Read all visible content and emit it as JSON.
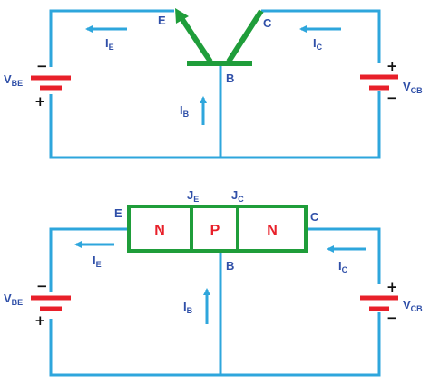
{
  "colors": {
    "wire": "#2ea6dc",
    "battery": "#e8202a",
    "transistor": "#1f9d3a",
    "label": "#2f4fa8",
    "region_text": "#e8202a",
    "sign": "#111111"
  },
  "top": {
    "emitter": "E",
    "collector": "C",
    "base": "B",
    "ie": {
      "main": "I",
      "sub": "E"
    },
    "ic": {
      "main": "I",
      "sub": "C"
    },
    "ib": {
      "main": "I",
      "sub": "B"
    },
    "vbe": {
      "main": "V",
      "sub": "BE",
      "pos": "+",
      "neg": "−"
    },
    "vcb": {
      "main": "V",
      "sub": "CB",
      "pos": "+",
      "neg": "−"
    }
  },
  "bottom": {
    "emitter": "E",
    "collector": "C",
    "base": "B",
    "je": {
      "main": "J",
      "sub": "E"
    },
    "jc": {
      "main": "J",
      "sub": "C"
    },
    "regions": [
      "N",
      "P",
      "N"
    ],
    "ie": {
      "main": "I",
      "sub": "E"
    },
    "ic": {
      "main": "I",
      "sub": "C"
    },
    "ib": {
      "main": "I",
      "sub": "B"
    },
    "vbe": {
      "main": "V",
      "sub": "BE",
      "pos": "+",
      "neg": "−"
    },
    "vcb": {
      "main": "V",
      "sub": "CB",
      "pos": "+",
      "neg": "−"
    }
  }
}
